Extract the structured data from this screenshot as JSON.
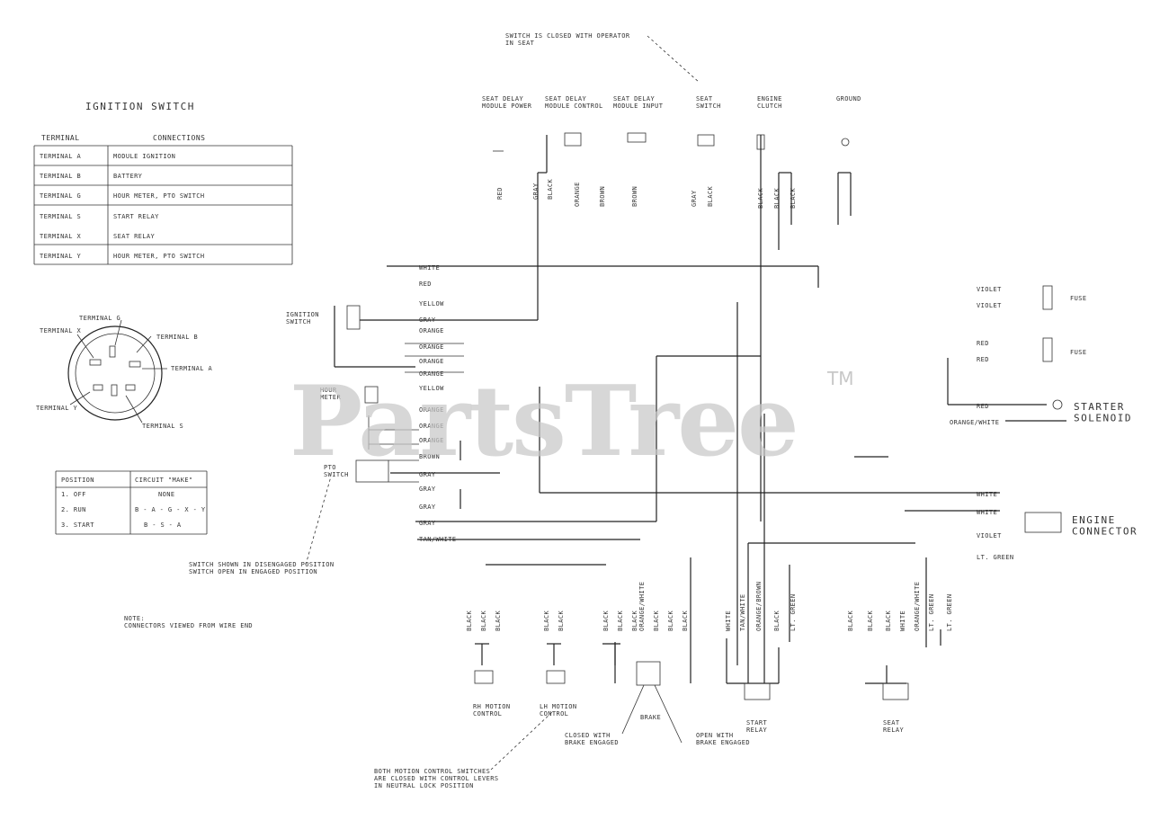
{
  "ignition_switch": {
    "title": "IGNITION SWITCH",
    "col_terminal": "TERMINAL",
    "col_connections": "CONNECTIONS",
    "rows": [
      {
        "terminal": "TERMINAL A",
        "connection": "MODULE IGNITION"
      },
      {
        "terminal": "TERMINAL B",
        "connection": "BATTERY"
      },
      {
        "terminal": "TERMINAL G",
        "connection": "HOUR METER, PTO SWITCH"
      },
      {
        "terminal": "TERMINAL S",
        "connection": "START RELAY"
      },
      {
        "terminal": "TERMINAL X",
        "connection": "SEAT RELAY"
      },
      {
        "terminal": "TERMINAL Y",
        "connection": "HOUR METER, PTO SWITCH"
      }
    ]
  },
  "terminal_labels": {
    "t_g": "TERMINAL G",
    "t_b": "TERMINAL B",
    "t_a": "TERMINAL A",
    "t_x": "TERMINAL X",
    "t_s": "TERMINAL S",
    "t_y": "TERMINAL Y"
  },
  "position_table": {
    "col_position": "POSITION",
    "col_circuit": "CIRCUIT \"MAKE\"",
    "rows": [
      {
        "position": "1. OFF",
        "circuit": "NONE"
      },
      {
        "position": "2. RUN",
        "circuit": "B - A - G - X - Y"
      },
      {
        "position": "3. START",
        "circuit": "B - S - A"
      }
    ]
  },
  "component_labels": {
    "seat_delay_module_power": "SEAT DELAY\nMODULE POWER",
    "seat_delay_module_control": "SEAT DELAY\nMODULE CONTROL",
    "seat_delay_module_input": "SEAT DELAY\nMODULE INPUT",
    "seat_switch": "SEAT\nSWITCH",
    "engine_clutch": "ENGINE\nCLUTCH",
    "ground": "GROUND",
    "ignition_switch": "IGNITION\nSWITCH",
    "hour_meter": "HOUR\nMETER",
    "pto_switch": "PTO\nSWITCH",
    "starter_solenoid": "STARTER\nSOLENOID",
    "engine_connector": "ENGINE\nCONNECTOR",
    "fuse_upper": "FUSE",
    "fuse_lower": "FUSE",
    "start_relay": "START\nRELAY",
    "seat_relay": "SEAT\nRELAY",
    "lh_motion_control": "LH MOTION\nCONTROL",
    "rh_motion_control": "RH MOTION\nCONTROL",
    "brake": "BRAKE",
    "closed_with_brake_engaged": "CLOSED WITH\nBRAKE ENGAGED",
    "open_with_brake_engaged": "OPEN WITH\nBRAKE ENGAGED"
  },
  "notes": {
    "switch_closed": "SWITCH IS CLOSED WITH OPERATOR\nIN SEAT",
    "pto_note": "SWITCH SHOWN IN DISENGAGED POSITION\nSWITCH OPEN IN ENGAGED POSITION",
    "note": "NOTE:\nCONNECTORS VIEWED FROM WIRE END",
    "motion_note": "BOTH MOTION CONTROL SWITCHES\nARE CLOSED WITH CONTROL LEVERS\nIN NEUTRAL LOCK POSITION"
  },
  "wire_colors": {
    "ign_1": "WHITE",
    "ign_2": "RED",
    "ign_3": "YELLOW",
    "ign_4": "GRAY",
    "ign_5": "ORANGE",
    "ign_6": "ORANGE",
    "ign_7": "ORANGE",
    "ign_8": "ORANGE",
    "ign_9": "YELLOW",
    "pto_1": "ORANGE",
    "pto_2": "ORANGE",
    "pto_3": "ORANGE",
    "pto_4": "BROWN",
    "pto_5": "GRAY",
    "pto_6": "GRAY",
    "pto_7": "GRAY",
    "pto_8": "GRAY",
    "tan_white": "TAN/WHITE",
    "r_fuse_1": "VIOLET",
    "r_fuse_2": "VIOLET",
    "r_fuse_3": "RED",
    "r_fuse_4": "RED",
    "r_red": "RED",
    "r_orange_white": "ORANGE/WHITE",
    "r_white_1": "WHITE",
    "r_white_2": "WHITE",
    "r_violet": "VIOLET",
    "r_lt_green": "LT. GREEN",
    "top_1": "RED",
    "top_2": "GRAY",
    "top_3": "BLACK",
    "top_4": "ORANGE",
    "top_5": "BROWN",
    "top_6": "BROWN",
    "top_7": "GRAY",
    "top_8": "BLACK",
    "top_9": "BLACK",
    "top_10": "BLACK",
    "top_11": "BLACK",
    "bot_1": "BLACK",
    "bot_2": "BLACK",
    "bot_3": "BLACK",
    "bot_4": "BLACK",
    "bot_5": "BLACK",
    "bot_6": "BLACK",
    "bot_7": "BLACK",
    "bot_8": "BLACK",
    "bot_9": "ORANGE/WHITE",
    "bot_10": "BLACK",
    "bot_11": "BLACK",
    "bot_12": "BLACK",
    "bot_13": "WHITE",
    "bot_14": "TAN/WHITE",
    "bot_15": "ORANGE/BROWN",
    "bot_16": "BLACK",
    "bot_17": "LT. GREEN",
    "bot_18": "BLACK",
    "bot_19": "BLACK",
    "bot_20": "BLACK",
    "bot_21": "WHITE",
    "bot_22": "ORANGE/WHITE",
    "bot_23": "LT. GREEN",
    "bot_24": "LT. GREEN"
  },
  "watermark": {
    "text": "PartsTree",
    "tm": "TM"
  }
}
